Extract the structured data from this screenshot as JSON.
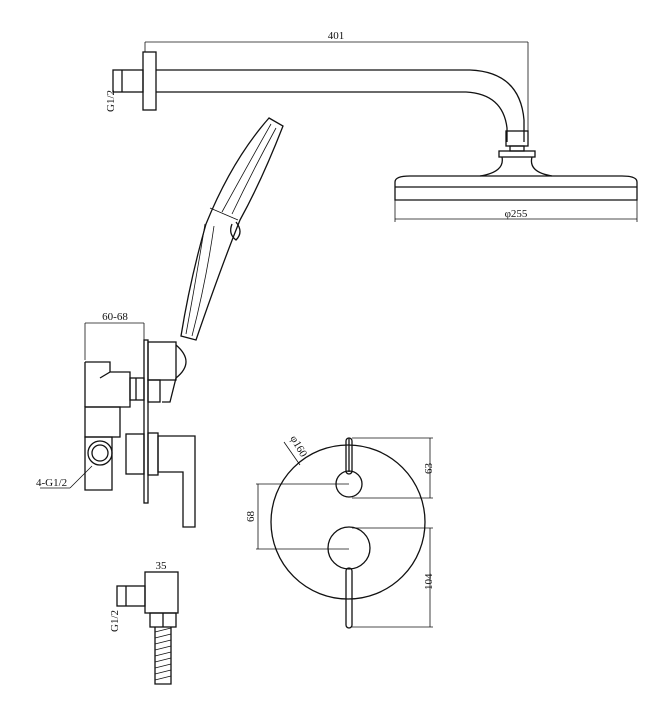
{
  "title": "Shower set dimension drawing",
  "colors": {
    "line": "#111111",
    "background": "#ffffff"
  },
  "shower_arm": {
    "length_label": "401",
    "thread_label": "G1/2"
  },
  "shower_head": {
    "diameter_label": "φ255"
  },
  "mixer_body": {
    "depth_label": "60-68",
    "outlets_label": "4-G1/2"
  },
  "trim_plate": {
    "diameter_label": "φ160",
    "upper_label": "63",
    "center_label": "68",
    "lower_label": "104"
  },
  "wall_elbow": {
    "width_label": "35",
    "thread_label": "G1/2"
  }
}
